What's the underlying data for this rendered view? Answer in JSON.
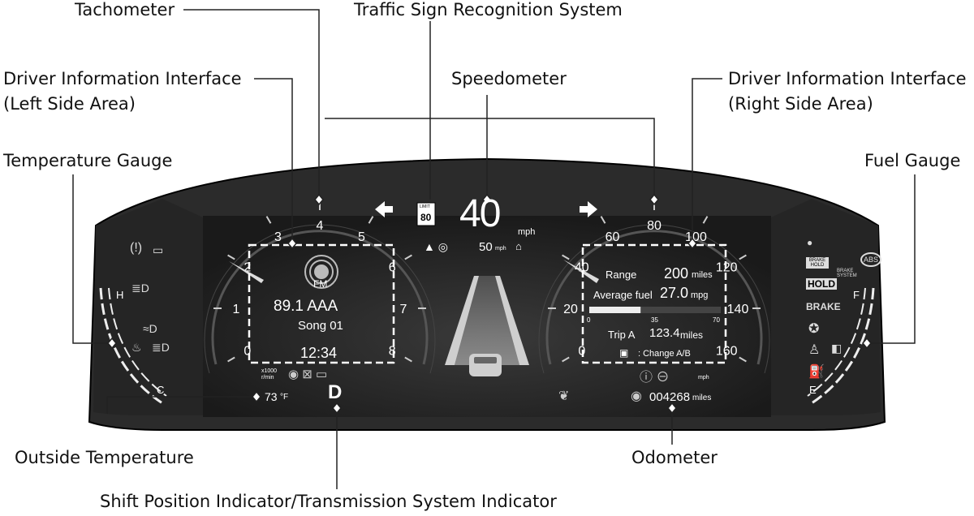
{
  "callouts": {
    "tachometer": "Tachometer",
    "traffic_sign": "Traffic Sign Recognition System",
    "dii_left_line1": "Driver Information Interface",
    "dii_left_line2": "(Left Side Area)",
    "speedometer": "Speedometer",
    "dii_right_line1": "Driver Information Interface",
    "dii_right_line2": "(Right Side Area)",
    "temperature_gauge": "Temperature Gauge",
    "fuel_gauge": "Fuel Gauge",
    "outside_temperature": "Outside Temperature",
    "odometer": "Odometer",
    "shift_position": "Shift Position Indicator/Transmission System Indicator"
  },
  "tachometer": {
    "ticks": [
      "0",
      "1",
      "2",
      "3",
      "4",
      "5",
      "6",
      "7",
      "8"
    ],
    "unit_line1": "x1000",
    "unit_line2": "r/min"
  },
  "speedometer": {
    "ticks": [
      "0",
      "20",
      "40",
      "60",
      "80",
      "100",
      "120",
      "140",
      "160"
    ],
    "unit": "mph"
  },
  "center": {
    "sign_top": "LIMIT",
    "sign_value": "80",
    "speed": "40",
    "speed_unit": "mph",
    "acc_speed": "50",
    "acc_unit": "mph"
  },
  "audio": {
    "band": "FM",
    "station": "89.1 AAA",
    "song": "Song 01",
    "clock": "12:34"
  },
  "trip": {
    "range_label": "Range",
    "range_value": "200",
    "range_unit": "miles",
    "avg_label": "Average fuel",
    "avg_value": "27.0",
    "avg_unit": "mpg",
    "bar_ticks": [
      "0",
      "35",
      "70"
    ],
    "bar_fill": 0.39,
    "trip_label": "Trip A",
    "trip_value": "123.4",
    "trip_unit": "miles",
    "change_label": ": Change A/B"
  },
  "temperature_gauge": {
    "high": "H",
    "low": "C"
  },
  "fuel_gauge": {
    "full": "F",
    "empty": "E"
  },
  "outside_temp": {
    "value": "73",
    "unit": "°F"
  },
  "shift": {
    "position": "D"
  },
  "odometer": {
    "value": "004268",
    "unit": "miles"
  },
  "warning_lamps": {
    "brake_hold_small": "BRAKE HOLD",
    "brake_system": "BRAKE SYSTEM",
    "abs": "ABS",
    "hold": "HOLD",
    "brake": "BRAKE"
  }
}
